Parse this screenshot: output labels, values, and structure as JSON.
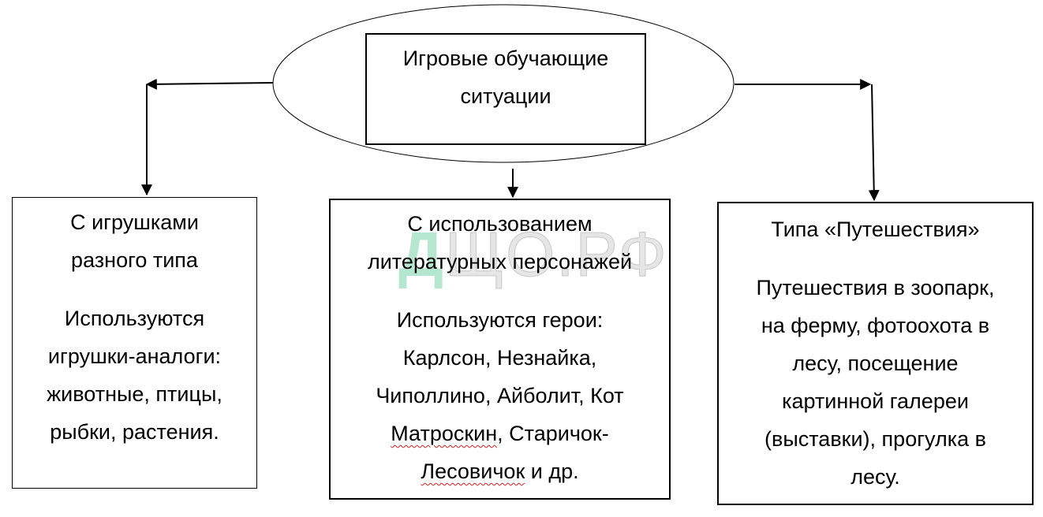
{
  "center": {
    "title_lines": [
      "Игровые обучающие",
      "ситуации"
    ]
  },
  "boxes": [
    {
      "title_lines": [
        "С игрушками",
        "разного типа"
      ],
      "body_lines": [
        "Используются",
        "игрушки-аналоги:",
        "животные, птицы,",
        "рыбки, растения."
      ]
    },
    {
      "title_lines": [
        "С использованием",
        "литературных персонажей"
      ],
      "body_lines": [
        "Используются герои:",
        "Карлсон, Незнайка,",
        "Чиполлино, Айболит, Кот"
      ],
      "body_line4_a": "Матроскин",
      "body_line4_b": ", Старичок-",
      "body_line5_a": "Лесовичок",
      "body_line5_b": " и др."
    },
    {
      "title_lines": [
        "Типа «Путешествия»"
      ],
      "body_lines": [
        "Путешествия в зоопарк,",
        "на ферму, фотоохота в",
        "лесу, посещение",
        "картинной галереи",
        "(выставки), прогулка в",
        "лесу."
      ]
    }
  ],
  "watermark": {
    "first": "Д",
    "rest": "ЩО.РФ"
  },
  "colors": {
    "line": "#000000",
    "spellcheck": "#e02020",
    "watermark": "#3cbe82"
  }
}
